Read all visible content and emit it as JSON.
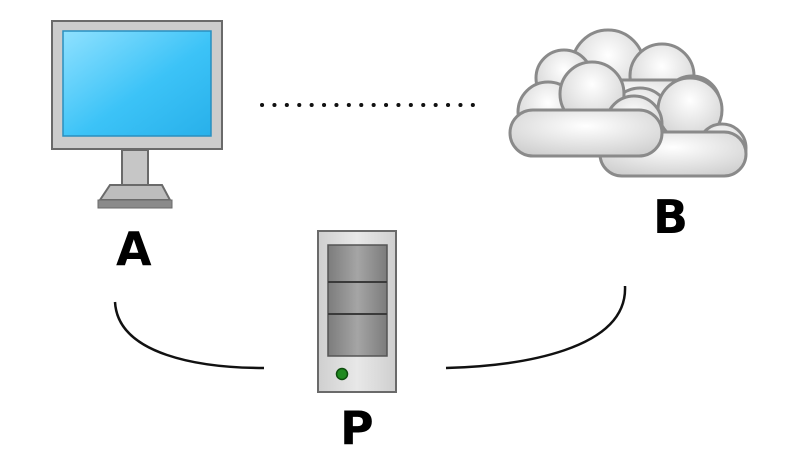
{
  "nodes": {
    "a": {
      "label": "A",
      "icon": "computer-monitor-icon"
    },
    "b": {
      "label": "B",
      "icon": "cloud-icon"
    },
    "p": {
      "label": "P",
      "icon": "server-tower-icon"
    }
  },
  "connections": [
    {
      "from": "A",
      "to": "B",
      "style": "dotted"
    },
    {
      "from": "A",
      "to": "P",
      "style": "solid"
    },
    {
      "from": "B",
      "to": "P",
      "style": "solid"
    }
  ],
  "colors": {
    "screen": "#3cc3f7",
    "cloud": "#e6e6e6",
    "cloud_outline": "#8a8a8a",
    "server_body": "#d9d9d9",
    "server_bay": "#8f8f8f",
    "server_led": "#1f8a1f",
    "line": "#111111"
  }
}
